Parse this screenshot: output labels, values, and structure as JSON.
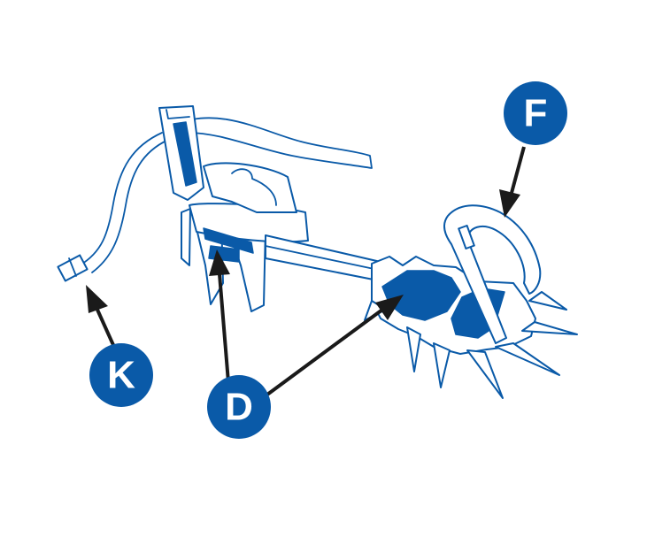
{
  "colors": {
    "product_blue": "#0a5aa8",
    "arrow": "#1a1a1a",
    "callout_text": "#ffffff"
  },
  "callouts": {
    "k": {
      "label": "K"
    },
    "d": {
      "label": "D"
    },
    "f": {
      "label": "F"
    }
  }
}
